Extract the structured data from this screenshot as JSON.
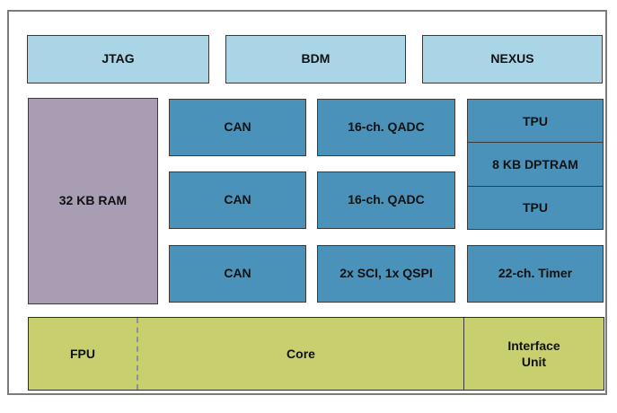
{
  "colors": {
    "debug_block": "#a9d5e6",
    "peripheral_block": "#4a92b9",
    "ram_block": "#a89db3",
    "core_block": "#c8cf6f"
  },
  "blocks": {
    "jtag": "JTAG",
    "bdm": "BDM",
    "nexus": "NEXUS",
    "ram": "32 KB RAM",
    "can_row1": "CAN",
    "can_row2": "CAN",
    "can_row3": "CAN",
    "qadc_row1": "16-ch. QADC",
    "qadc_row2": "16-ch. QADC",
    "sci_qspi": "2x SCI, 1x QSPI",
    "tpu_top": "TPU",
    "dptram": "8 KB DPTRAM",
    "tpu_bottom": "TPU",
    "timer": "22-ch. Timer",
    "fpu": "FPU",
    "core": "Core",
    "interface_unit": "Interface\nUnit"
  }
}
